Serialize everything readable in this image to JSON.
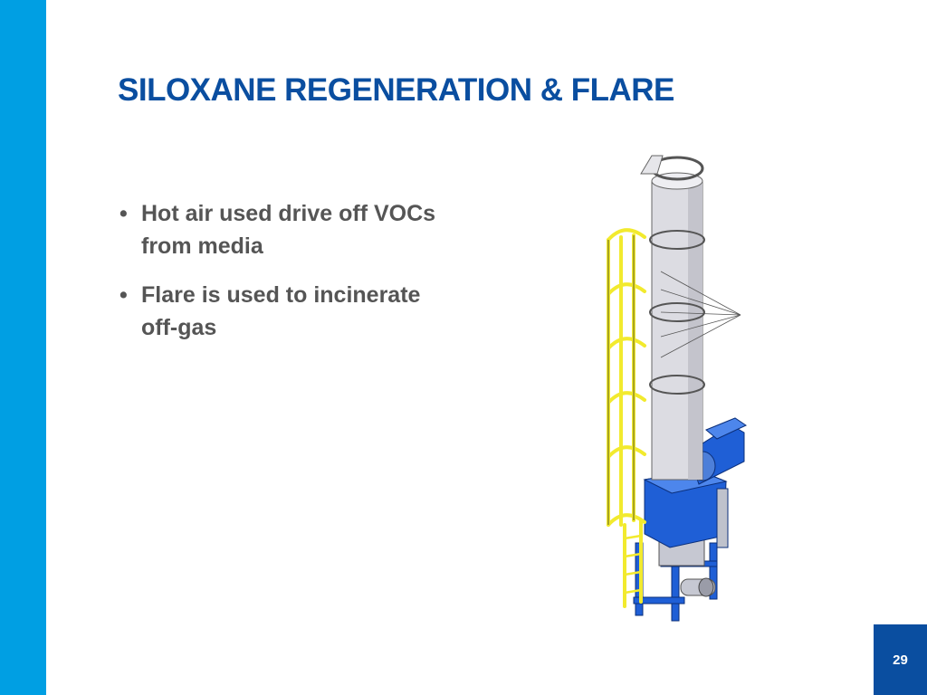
{
  "slide": {
    "title": "SILOXANE REGENERATION & FLARE",
    "bullets": [
      {
        "marker": "•",
        "text": "Hot air used drive off VOCs from media"
      },
      {
        "marker": "•",
        "text": "Flare is used to incinerate off-gas"
      }
    ],
    "page_number": "29"
  },
  "colors": {
    "accent_bar": "#009fe3",
    "title": "#0a4ea0",
    "body_text": "#555555",
    "page_box": "#0a4ea0",
    "equipment_blue": "#1f5fd6",
    "ladder_yellow": "#f2ea2e",
    "stack_gray": "#dcdce2"
  },
  "illustration": {
    "icon": "flare-stack-with-ladder"
  }
}
